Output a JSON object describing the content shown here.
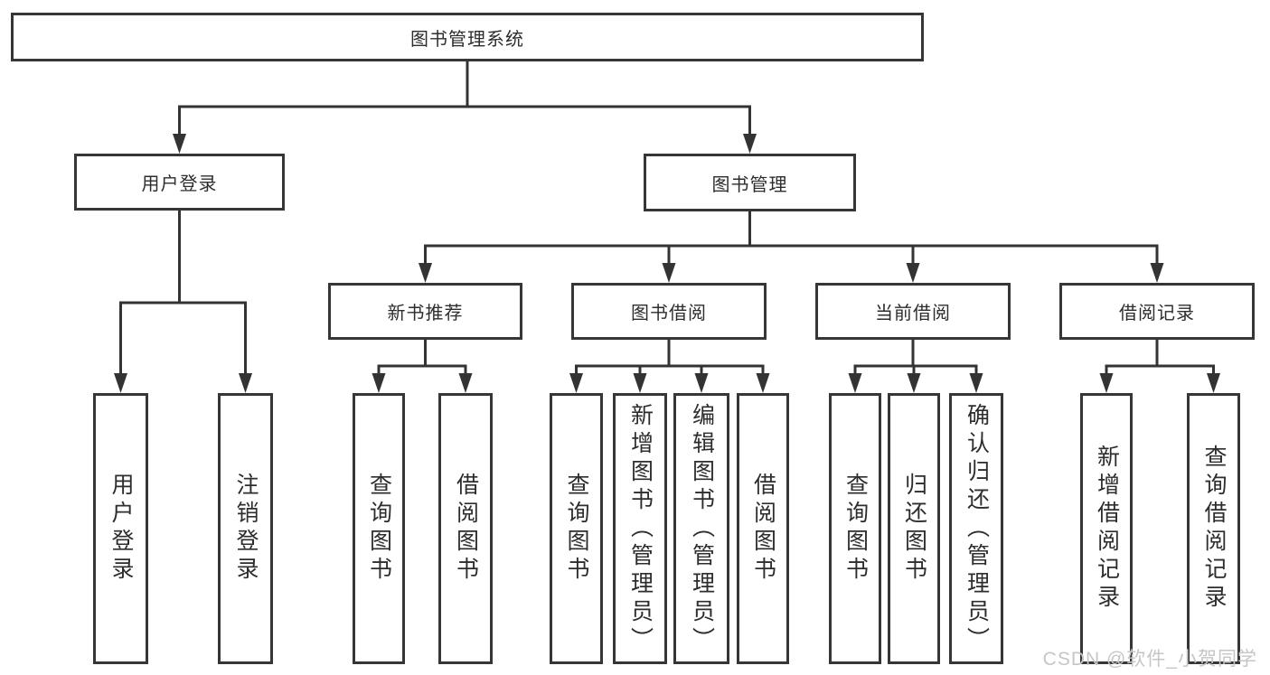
{
  "diagram": {
    "root": "图书管理系统",
    "branches": [
      {
        "label": "用户登录",
        "children": [
          "用户登录",
          "注销登录"
        ]
      },
      {
        "label": "图书管理",
        "sections": [
          {
            "label": "新书推荐",
            "children": [
              "查询图书",
              "借阅图书"
            ]
          },
          {
            "label": "图书借阅",
            "children": [
              "查询图书",
              "新增图书（管理员）",
              "编辑图书（管理员）",
              "借阅图书"
            ]
          },
          {
            "label": "当前借阅",
            "children": [
              "查询图书",
              "归还图书",
              "确认归还（管理员）"
            ]
          },
          {
            "label": "借阅记录",
            "children": [
              "新增借阅记录",
              "查询借阅记录"
            ]
          }
        ]
      }
    ]
  },
  "watermark": "CSDN @软件_小贺同学",
  "colors": {
    "line": "#333333",
    "text": "#2d2d2d",
    "watermark": "#c6c6c6"
  }
}
